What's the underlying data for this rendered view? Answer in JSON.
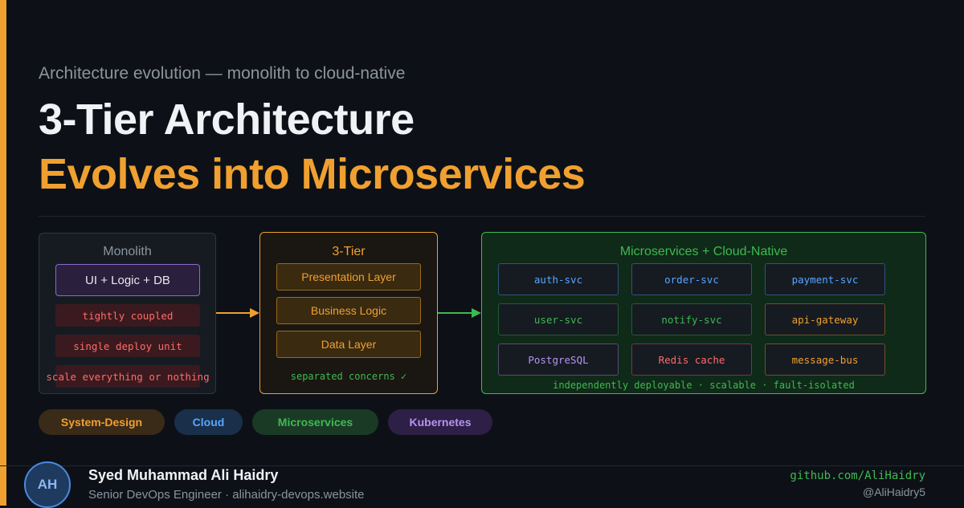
{
  "header": {
    "subtitle": "Architecture evolution — monolith to cloud-native",
    "title_line1": "3-Tier Architecture",
    "title_line2": "Evolves into Microservices"
  },
  "monolith": {
    "title": "Monolith",
    "main_block": "UI + Logic + DB",
    "issues": [
      "tightly coupled",
      "single deploy unit",
      "scale everything or nothing"
    ]
  },
  "three_tier": {
    "title": "3-Tier",
    "layers": [
      "Presentation Layer",
      "Business Logic",
      "Data Layer"
    ],
    "note": "separated concerns ✓"
  },
  "microservices": {
    "title": "Microservices + Cloud-Native",
    "services": [
      {
        "name": "auth-svc",
        "color": "#58a6ff"
      },
      {
        "name": "order-svc",
        "color": "#58a6ff"
      },
      {
        "name": "payment-svc",
        "color": "#58a6ff"
      },
      {
        "name": "user-svc",
        "color": "#3fb950"
      },
      {
        "name": "notify-svc",
        "color": "#3fb950"
      },
      {
        "name": "api-gateway",
        "color": "#f0a030"
      },
      {
        "name": "PostgreSQL",
        "color": "#b694f0"
      },
      {
        "name": "Redis cache",
        "color": "#ff6b6b"
      },
      {
        "name": "message-bus",
        "color": "#f0a030"
      }
    ],
    "note": "independently deployable · scalable · fault-isolated"
  },
  "tags": [
    {
      "label": "System-Design",
      "color": "#f0a030",
      "bg": "#3a2a18"
    },
    {
      "label": "Cloud",
      "color": "#58a6ff",
      "bg": "#1a2f4a"
    },
    {
      "label": "Microservices",
      "color": "#3fb950",
      "bg": "#1a3a26"
    },
    {
      "label": "Kubernetes",
      "color": "#b694f0",
      "bg": "#2d1f46"
    }
  ],
  "footer": {
    "avatar_initials": "AH",
    "name": "Syed Muhammad Ali Haidry",
    "role": "Senior DevOps Engineer · alihaidry-devops.website",
    "github": "github.com/AliHaidry",
    "handle": "@AliHaidry5"
  },
  "colors": {
    "accent_orange": "#f0a030",
    "accent_green": "#3fb950",
    "background": "#0d1117"
  }
}
